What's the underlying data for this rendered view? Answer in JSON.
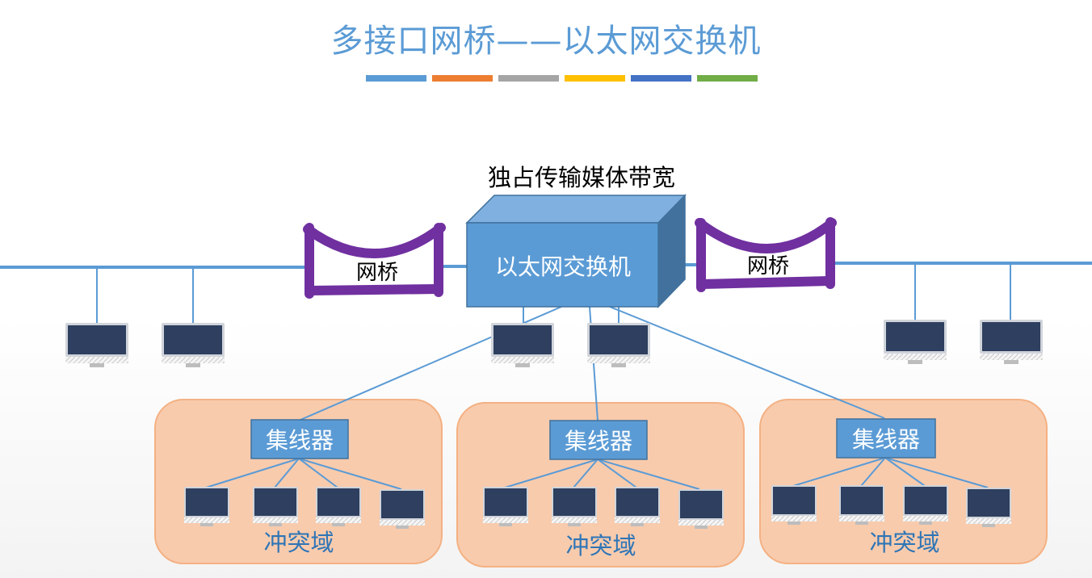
{
  "title": "多接口网桥——以太网交换机",
  "title_bar_colors": [
    "#5b9bd5",
    "#ed7d31",
    "#a5a5a5",
    "#ffc000",
    "#4472c4",
    "#70ad47"
  ],
  "switch": {
    "label": "以太网交换机",
    "caption": "独占传输媒体带宽",
    "color": "#5b9bd5"
  },
  "bridges": [
    {
      "label": "网桥"
    },
    {
      "label": "网桥"
    }
  ],
  "bridge_color": "#7030a0",
  "bus_color": "#5b9bd5",
  "hubs": [
    {
      "label": "集线器",
      "domain_label": "冲突域"
    },
    {
      "label": "集线器",
      "domain_label": "冲突域"
    },
    {
      "label": "集线器",
      "domain_label": "冲突域"
    }
  ],
  "domain_fill": "#f8cbad",
  "domain_stroke": "#f4b183",
  "computer_icon": "monitor-icon"
}
